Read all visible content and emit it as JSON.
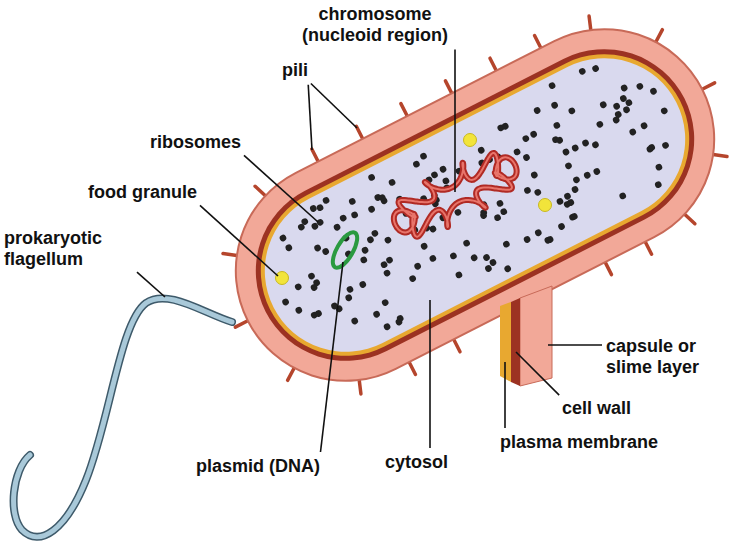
{
  "diagram": {
    "labels": [
      "chromosome (nucleoid region)",
      "pili",
      "ribosomes",
      "food granule",
      "prokaryotic flagellum",
      "capsule or slime layer",
      "cell wall",
      "plasma membrane",
      "cytosol",
      "plasmid (DNA)"
    ]
  }
}
